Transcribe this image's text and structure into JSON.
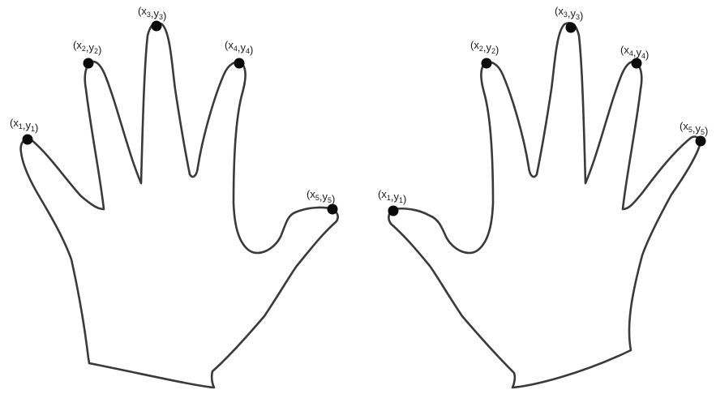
{
  "diagram": {
    "hands": [
      {
        "side": "left",
        "points": [
          {
            "var": "x",
            "idx": "1",
            "var2": "y"
          },
          {
            "var": "x",
            "idx": "2",
            "var2": "y"
          },
          {
            "var": "x",
            "idx": "3",
            "var2": "y"
          },
          {
            "var": "x",
            "idx": "4",
            "var2": "y"
          },
          {
            "var": "x",
            "idx": "5",
            "var2": "y"
          }
        ]
      },
      {
        "side": "right",
        "points": [
          {
            "var": "x",
            "idx": "1",
            "var2": "y"
          },
          {
            "var": "x",
            "idx": "2",
            "var2": "y"
          },
          {
            "var": "x",
            "idx": "3",
            "var2": "y"
          },
          {
            "var": "x",
            "idx": "4",
            "var2": "y"
          },
          {
            "var": "x",
            "idx": "5",
            "var2": "y"
          }
        ]
      }
    ],
    "colors": {
      "outline": "#3a3a3a",
      "fingertip": "#0a0a0a",
      "label": "#1a1a1a"
    }
  }
}
